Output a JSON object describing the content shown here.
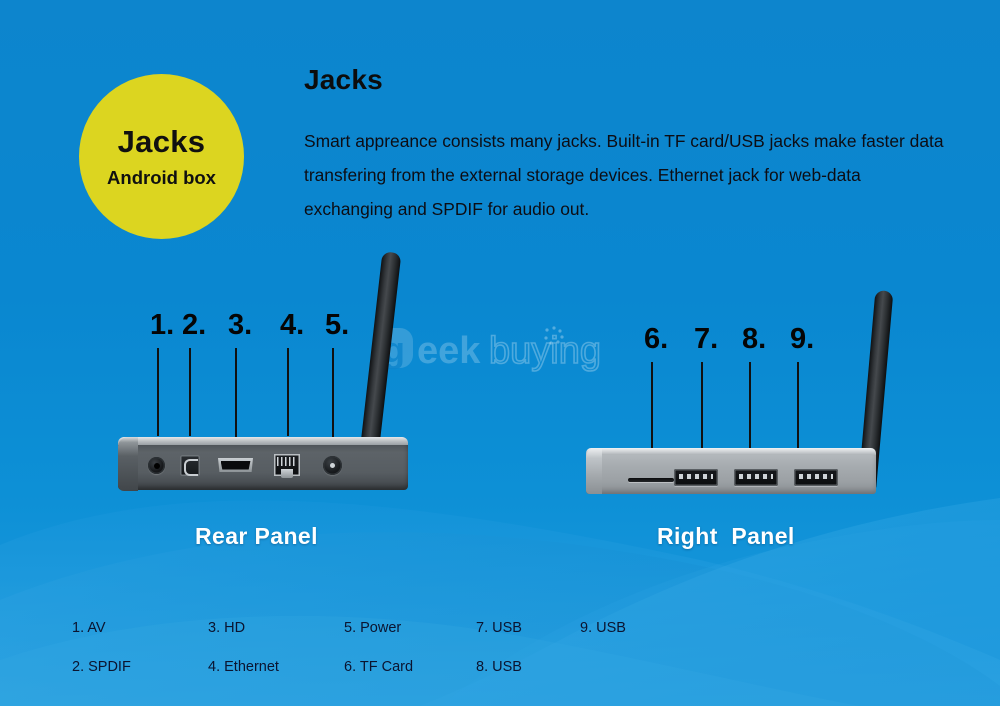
{
  "badge": {
    "title": "Jacks",
    "subtitle": "Android box",
    "color": "#dcd520"
  },
  "header": {
    "title": "Jacks",
    "paragraph": "Smart appreance consists many jacks. Built-in TF card/USB jacks make faster data transfering from the external storage devices. Ethernet jack for web-data exchanging and SPDIF for audio out."
  },
  "watermark": {
    "mark": "g",
    "bold_text": "eek",
    "light_text": "buying"
  },
  "background": {
    "primary": "#0d85cd",
    "accent": "#1f9ade"
  },
  "panels": [
    {
      "caption": "Rear Panel",
      "callouts": [
        {
          "label": "1.",
          "port": "av-jack"
        },
        {
          "label": "2.",
          "port": "spdif-optical-jack"
        },
        {
          "label": "3.",
          "port": "hdmi-jack"
        },
        {
          "label": "4.",
          "port": "ethernet-jack"
        },
        {
          "label": "5.",
          "port": "power-jack"
        }
      ]
    },
    {
      "caption": "Right  Panel",
      "callouts": [
        {
          "label": "6.",
          "port": "tf-card-slot"
        },
        {
          "label": "7.",
          "port": "usb-port-1"
        },
        {
          "label": "8.",
          "port": "usb-port-2"
        },
        {
          "label": "9.",
          "port": "usb-port-3"
        }
      ]
    }
  ],
  "legend": {
    "columns": [
      [
        {
          "text": "1. AV"
        },
        {
          "text": "2. SPDIF"
        }
      ],
      [
        {
          "text": "3. HD"
        },
        {
          "text": "4. Ethernet"
        }
      ],
      [
        {
          "text": "5. Power"
        },
        {
          "text": "6. TF Card"
        }
      ],
      [
        {
          "text": "7. USB"
        },
        {
          "text": "8. USB"
        }
      ],
      [
        {
          "text": "9. USB"
        }
      ]
    ]
  }
}
